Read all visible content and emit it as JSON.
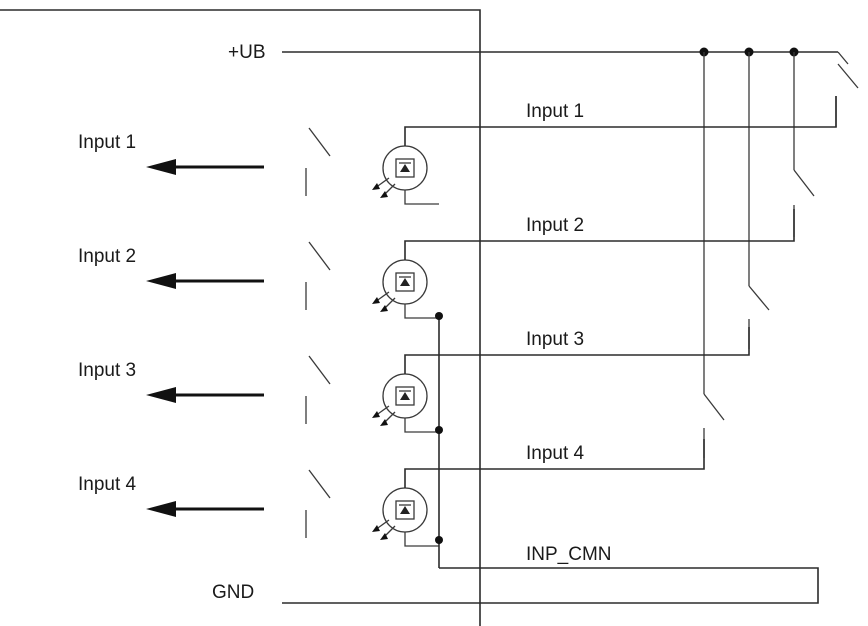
{
  "supply_label": "+UB",
  "ground_label": "GND",
  "common_label": "INP_CMN",
  "channels": [
    {
      "outer_label": "Input 1",
      "wire_label": "Input 1"
    },
    {
      "outer_label": "Input 2",
      "wire_label": "Input 2"
    },
    {
      "outer_label": "Input 3",
      "wire_label": "Input 3"
    },
    {
      "outer_label": "Input 4",
      "wire_label": "Input 4"
    }
  ],
  "colors": {
    "line": "#2b2b2b",
    "background": "#ffffff"
  }
}
